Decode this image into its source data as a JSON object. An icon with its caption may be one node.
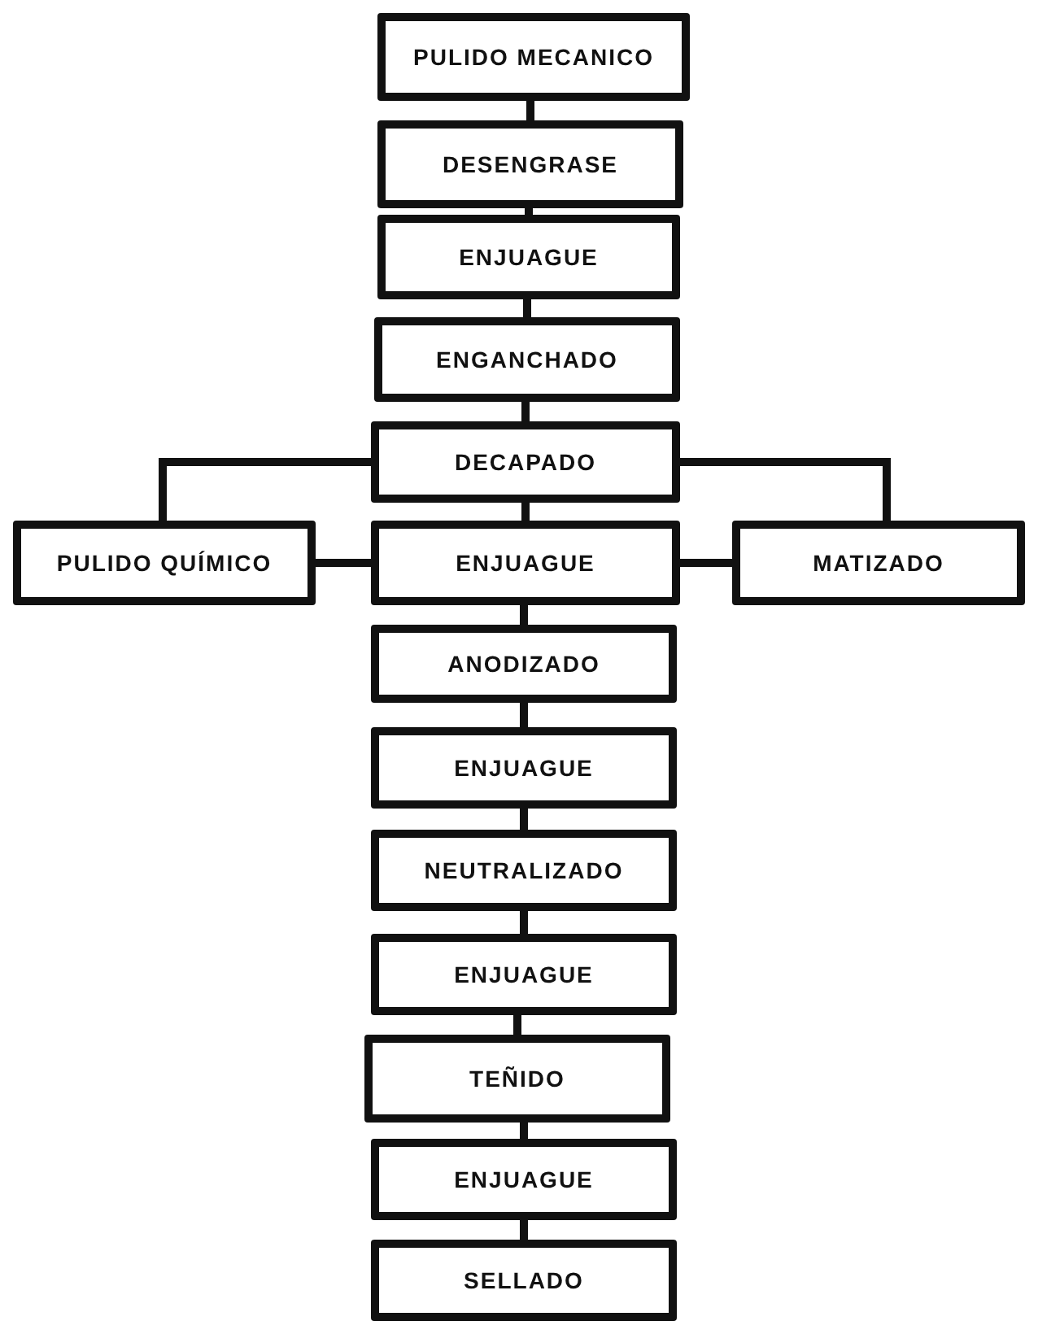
{
  "diagram": {
    "nodes": [
      {
        "text": [
          "PULIDO MECANICO"
        ]
      },
      {
        "text": [
          "DESENGRASE"
        ]
      },
      {
        "text": [
          "ENJUAGUE"
        ]
      },
      {
        "text": [
          "ENGANCHADO"
        ]
      },
      {
        "text": [
          "DECAPADO"
        ]
      },
      {
        "text": [
          "PULIDO QUÍMICO"
        ]
      },
      {
        "text": [
          "ENJUAGUE"
        ]
      },
      {
        "text": [
          "MATIZADO"
        ]
      },
      {
        "text": [
          "ANODIZADO"
        ]
      },
      {
        "text": [
          "ENJUAGUE"
        ]
      },
      {
        "text": [
          "NEUTRALIZADO"
        ]
      },
      {
        "text": [
          "ENJUAGUE"
        ]
      },
      {
        "text": [
          "TEÑIDO"
        ]
      },
      {
        "text": [
          "ENJUAGUE"
        ]
      },
      {
        "text": [
          "SELLADO"
        ]
      }
    ],
    "edges": [
      {
        "from": 0,
        "to": 1,
        "arrow": "none"
      },
      {
        "from": 1,
        "to": 2,
        "arrow": "none"
      },
      {
        "from": 2,
        "to": 3,
        "arrow": "none"
      },
      {
        "from": 3,
        "to": 4,
        "arrow": "none"
      },
      {
        "from": 4,
        "to": 5,
        "arrow": "none"
      },
      {
        "from": 4,
        "to": 7,
        "arrow": "none"
      },
      {
        "from": 4,
        "to": 6,
        "arrow": "none"
      },
      {
        "from": 5,
        "to": 6,
        "arrow": "none"
      },
      {
        "from": 7,
        "to": 6,
        "arrow": "none"
      },
      {
        "from": 6,
        "to": 8,
        "arrow": "none"
      },
      {
        "from": 8,
        "to": 9,
        "arrow": "none"
      },
      {
        "from": 9,
        "to": 10,
        "arrow": "none"
      },
      {
        "from": 10,
        "to": 11,
        "arrow": "none"
      },
      {
        "from": 11,
        "to": 12,
        "arrow": "none"
      },
      {
        "from": 12,
        "to": 13,
        "arrow": "none"
      },
      {
        "from": 13,
        "to": 14,
        "arrow": "none"
      }
    ]
  }
}
